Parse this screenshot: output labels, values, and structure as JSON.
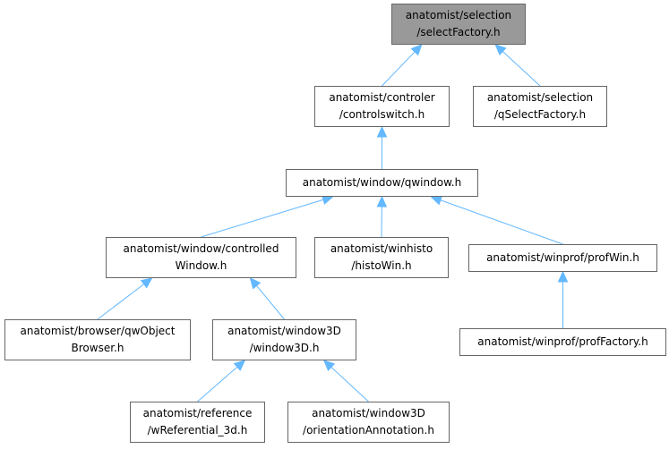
{
  "nodes": [
    {
      "id": "n0",
      "lines": [
        "anatomist/selection",
        "/selectFactory.h"
      ],
      "current": true
    },
    {
      "id": "n1",
      "lines": [
        "anatomist/controler",
        "/controlswitch.h"
      ]
    },
    {
      "id": "n2",
      "lines": [
        "anatomist/selection",
        "/qSelectFactory.h"
      ]
    },
    {
      "id": "n3",
      "lines": [
        "anatomist/window/qwindow.h"
      ]
    },
    {
      "id": "n4",
      "lines": [
        "anatomist/window/controlled",
        "Window.h"
      ]
    },
    {
      "id": "n5",
      "lines": [
        "anatomist/winhisto",
        "/histoWin.h"
      ]
    },
    {
      "id": "n6",
      "lines": [
        "anatomist/winprof/profWin.h"
      ]
    },
    {
      "id": "n7",
      "lines": [
        "anatomist/browser/qwObject",
        "Browser.h"
      ]
    },
    {
      "id": "n8",
      "lines": [
        "anatomist/window3D",
        "/window3D.h"
      ]
    },
    {
      "id": "n9",
      "lines": [
        "anatomist/winprof/profFactory.h"
      ]
    },
    {
      "id": "n10",
      "lines": [
        "anatomist/reference",
        "/wReferential_3d.h"
      ]
    },
    {
      "id": "n11",
      "lines": [
        "anatomist/window3D",
        "/orientationAnnotation.h"
      ]
    }
  ],
  "edges": [
    {
      "from": "n1",
      "to": "n0"
    },
    {
      "from": "n2",
      "to": "n0"
    },
    {
      "from": "n3",
      "to": "n1"
    },
    {
      "from": "n4",
      "to": "n3"
    },
    {
      "from": "n5",
      "to": "n3"
    },
    {
      "from": "n6",
      "to": "n3"
    },
    {
      "from": "n7",
      "to": "n4"
    },
    {
      "from": "n8",
      "to": "n4"
    },
    {
      "from": "n9",
      "to": "n6"
    },
    {
      "from": "n10",
      "to": "n8"
    },
    {
      "from": "n11",
      "to": "n8"
    }
  ],
  "colors": {
    "edge": "#63b8ff",
    "root_fill": "#999999",
    "node_border": "#666666"
  }
}
